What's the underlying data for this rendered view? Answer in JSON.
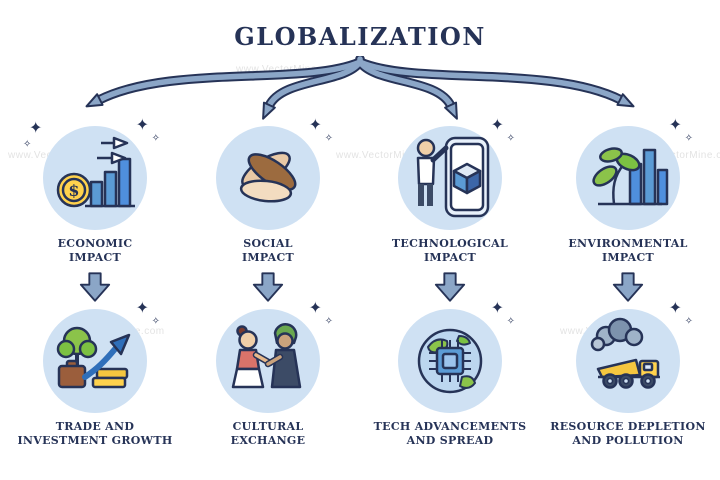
{
  "title": "GLOBALIZATION",
  "watermark": "www.VectorMine.com",
  "icons": {
    "dollar": "$",
    "sparkle_filled": "✦",
    "sparkle_outline": "✧"
  },
  "colors": {
    "ink": "#263357",
    "circle_bg": "#cfe1f3",
    "arrow": "#8ba6c7",
    "accent_yellow": "#ffd24d",
    "accent_green": "#8bc34a",
    "accent_blue": "#5b9bd5"
  },
  "columns": [
    {
      "id": "economic",
      "impact": "ECONOMIC\nIMPACT",
      "outcome": "TRADE AND\nINVESTMENT GROWTH",
      "impact_icon": "bar-chart-dollar-coin-icon",
      "outcome_icon": "tree-suitcase-money-growth-icon"
    },
    {
      "id": "social",
      "impact": "SOCIAL\nIMPACT",
      "outcome": "CULTURAL\nEXCHANGE",
      "impact_icon": "clasped-hands-icon",
      "outcome_icon": "two-people-handshake-icon"
    },
    {
      "id": "technological",
      "impact": "TECHNOLOGICAL\nIMPACT",
      "outcome": "TECH ADVANCEMENTS\nAND SPREAD",
      "impact_icon": "person-smartphone-cube-icon",
      "outcome_icon": "cpu-chip-globe-icon"
    },
    {
      "id": "environmental",
      "impact": "ENVIRONMENTAL\nIMPACT",
      "outcome": "RESOURCE DEPLETION\nAND POLLUTION",
      "impact_icon": "plant-leaves-bars-icon",
      "outcome_icon": "dump-truck-smoke-icon"
    }
  ]
}
